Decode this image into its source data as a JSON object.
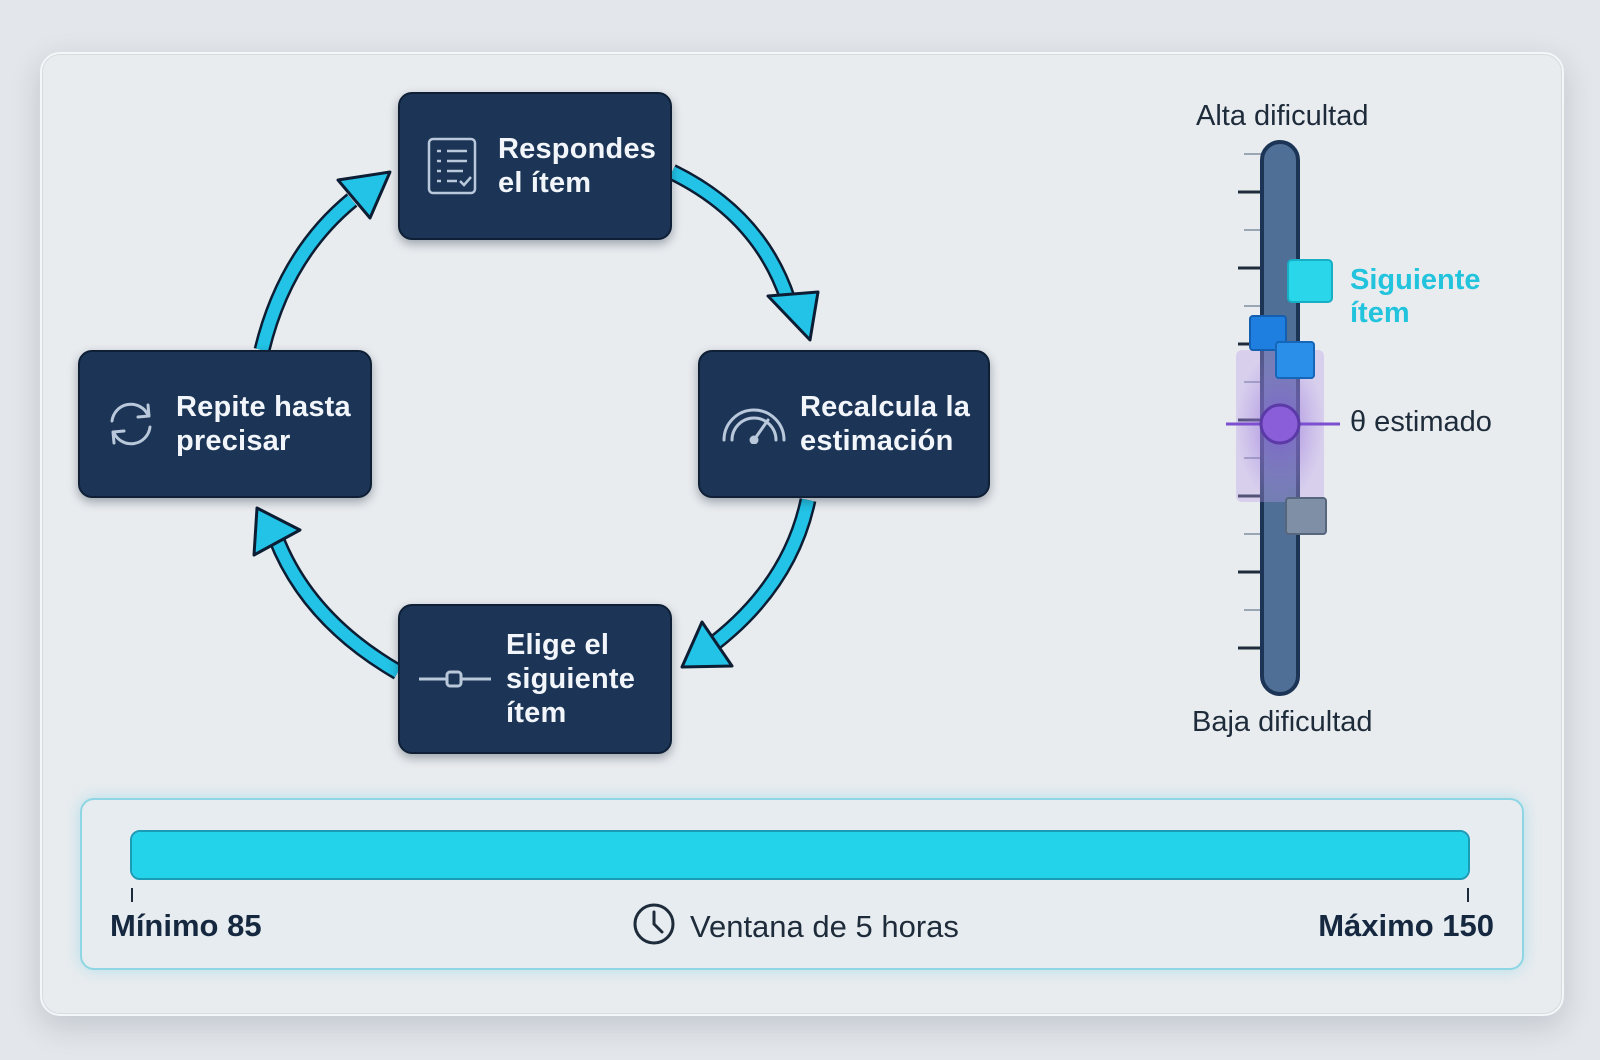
{
  "cycle": {
    "steps": [
      {
        "id": "respond",
        "label": "Respondes\nel ítem",
        "icon": "checklist-icon"
      },
      {
        "id": "recalc",
        "label": "Recalcula la\nestimación",
        "icon": "gauge-icon"
      },
      {
        "id": "choose",
        "label": "Elige el\nsiguiente\nítem",
        "icon": "slider-icon"
      },
      {
        "id": "repeat",
        "label": "Repite hasta\nprecisar",
        "icon": "refresh-icon"
      }
    ]
  },
  "difficulty_scale": {
    "top_label": "Alta dificultad",
    "bottom_label": "Baja dificultad",
    "next_item_label": "Siguiente\nítem",
    "theta_label": "θ estimado"
  },
  "test_length": {
    "min_label": "Mínimo 85",
    "max_label": "Máximo 150",
    "window_label": "Ventana de 5 horas",
    "window_icon": "clock-icon",
    "fill_fraction": 1.0
  },
  "colors": {
    "node_bg": "#1c3556",
    "arrow": "#22c3e6",
    "next_item": "#22c3dc",
    "theta": "#7b4fcf",
    "bar": "#22d3ea"
  }
}
